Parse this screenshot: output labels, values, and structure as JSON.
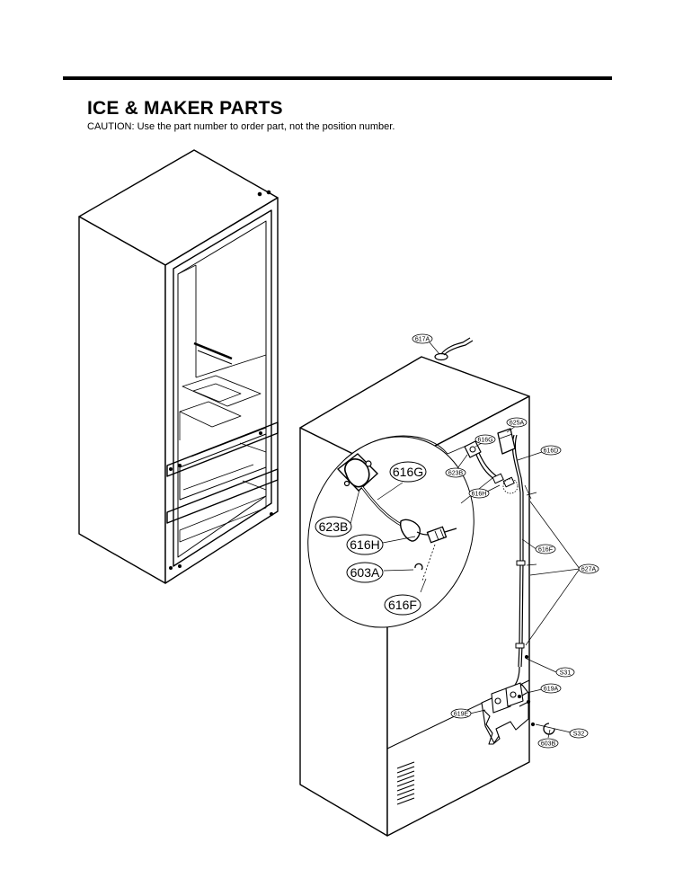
{
  "header": {
    "title": "ICE & MAKER PARTS",
    "caution": "CAUTION: Use the part number to order part, not the position number."
  },
  "callouts": {
    "c617A": "617A",
    "c625A": "625A",
    "c616G": "616G",
    "c616D": "616D",
    "c623B": "623B",
    "c616H": "616H",
    "c616F": "616F",
    "c627A": "627A",
    "cS31": "S31",
    "c619A": "619A",
    "c619E": "619E",
    "cS32": "S32",
    "c603B": "603B"
  },
  "detail": {
    "d616G": "616G",
    "d623B": "623B",
    "d616H": "616H",
    "d603A": "603A",
    "d616F": "616F"
  }
}
